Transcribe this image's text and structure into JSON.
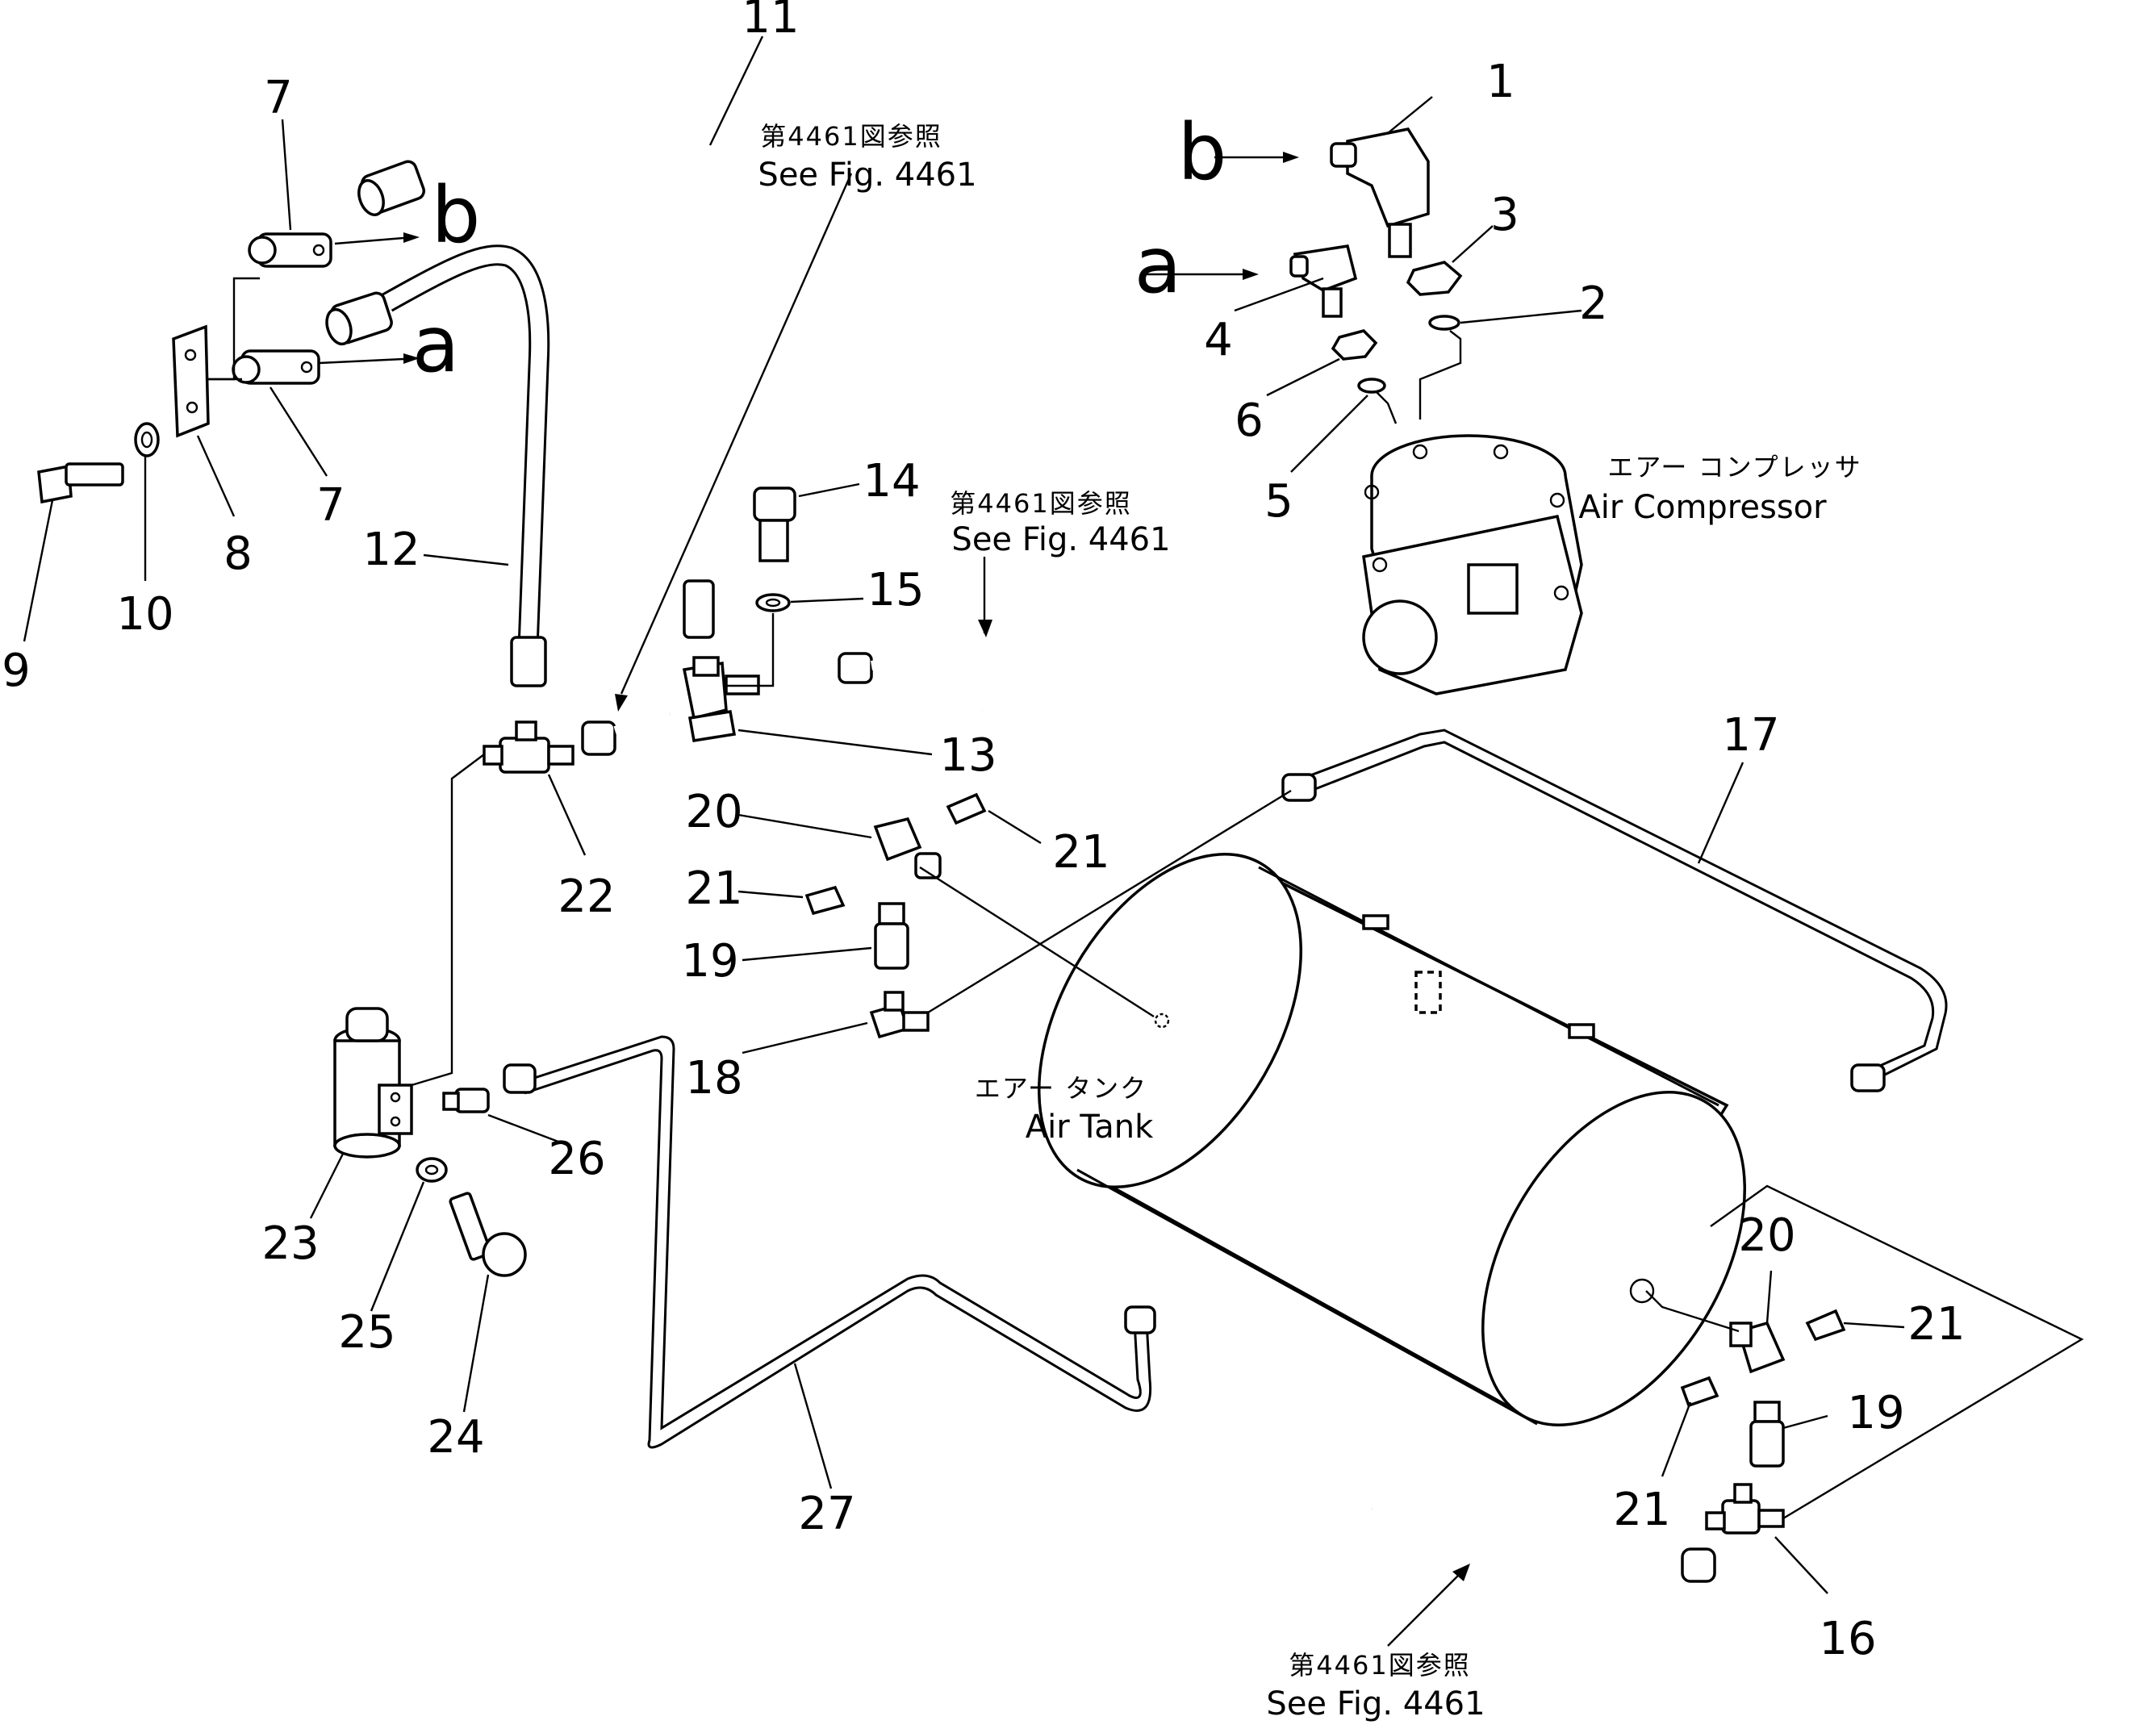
{
  "title": "",
  "part_numbers": {
    "p1": "1",
    "p2": "2",
    "p3": "3",
    "p4": "4",
    "p5": "5",
    "p6": "6",
    "p7a": "7",
    "p7b": "7",
    "p8": "8",
    "p9": "9",
    "p10": "10",
    "p11": "11",
    "p12": "12",
    "p13": "13",
    "p14": "14",
    "p15": "15",
    "p16": "16",
    "p17": "17",
    "p18": "18",
    "p19a": "19",
    "p19b": "19",
    "p20a": "20",
    "p20b": "20",
    "p21a": "21",
    "p21b": "21",
    "p21c": "21",
    "p21d": "21",
    "p22": "22",
    "p23": "23",
    "p24": "24",
    "p25": "25",
    "p26": "26",
    "p27": "27"
  },
  "connection_letters": {
    "a_left": "a",
    "b_left": "b",
    "a_right": "a",
    "b_right": "b"
  },
  "references": {
    "top_jp": "第4461図参照",
    "top_en": "See Fig. 4461",
    "mid_jp": "第4461図参照",
    "mid_en": "See Fig. 4461",
    "bottom_jp": "第4461図参照",
    "bottom_en": "See Fig. 4461"
  },
  "components": {
    "compressor_jp": "エアー コンプレッサ",
    "compressor_en": "Air Compressor",
    "tank_jp": "エアー タンク",
    "tank_en": "Air Tank"
  }
}
